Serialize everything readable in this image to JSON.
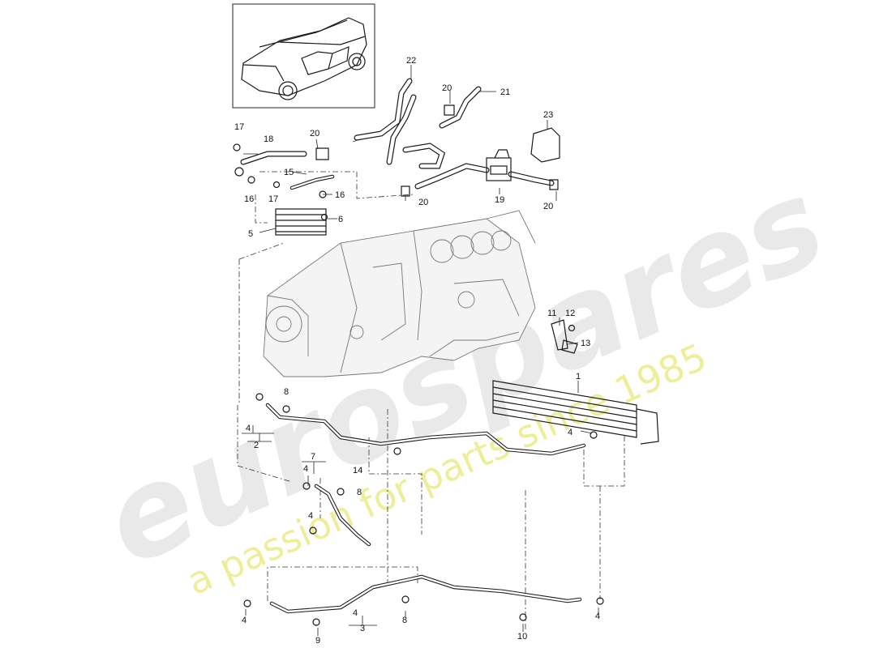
{
  "watermark": {
    "logo": "eurospares",
    "tagline": "a passion for parts since 1985"
  },
  "diagram": {
    "callouts": {
      "c1": "1",
      "c2": "2",
      "c3": "3",
      "c4a": "4",
      "c4b": "4",
      "c4c": "4",
      "c4d": "4",
      "c4e": "4",
      "c4f": "4",
      "c4g": "4",
      "c5": "5",
      "c6": "6",
      "c7": "7",
      "c8a": "8",
      "c8b": "8",
      "c8c": "8",
      "c9": "9",
      "c10": "10",
      "c11": "11",
      "c12": "12",
      "c13": "13",
      "c14": "14",
      "c15": "15",
      "c16a": "16",
      "c16b": "16",
      "c17a": "17",
      "c17b": "17",
      "c18": "18",
      "c19": "19",
      "c20a": "20",
      "c20b": "20",
      "c20c": "20",
      "c20d": "20",
      "c21": "21",
      "c22": "22",
      "c23": "23"
    }
  }
}
